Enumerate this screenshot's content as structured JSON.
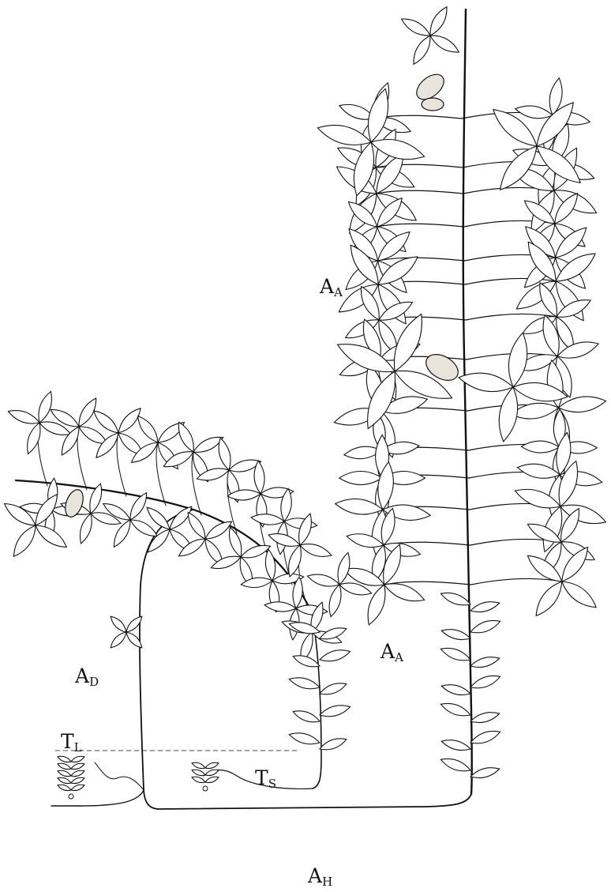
{
  "labels": {
    "aa_upper": {
      "main": "A",
      "sub": "A"
    },
    "aa_lower": {
      "main": "A",
      "sub": "A"
    },
    "ad": {
      "main": "A",
      "sub": "D"
    },
    "tl": {
      "main": "T",
      "sub": "L"
    },
    "ts": {
      "main": "T",
      "sub": "S"
    },
    "ah": {
      "main": "A",
      "sub": "H"
    }
  },
  "colors": {
    "ink": "#111111",
    "paper": "#ffffff",
    "flower": "#e8e4dc"
  }
}
